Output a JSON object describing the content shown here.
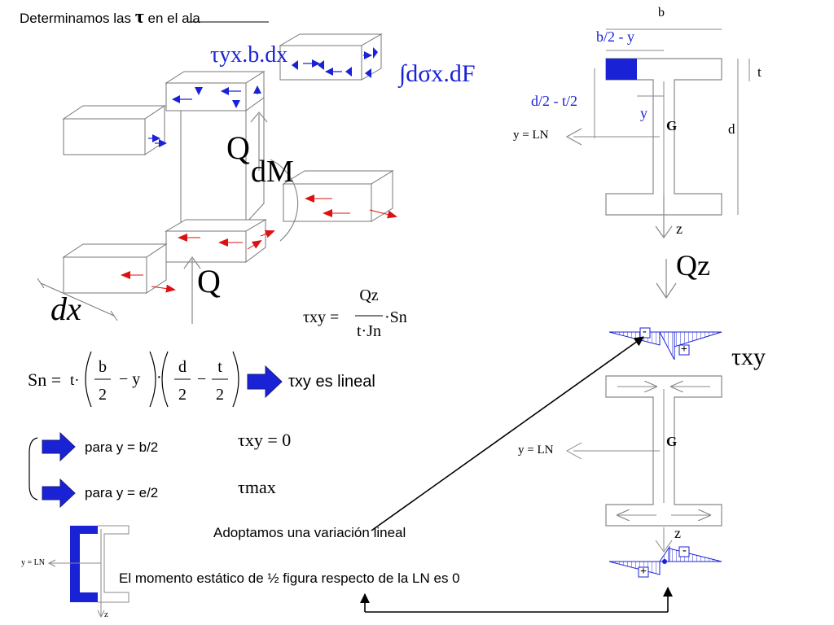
{
  "heading": {
    "prefix": "Determinamos las",
    "tau": "τ",
    "suffix": "en el ala"
  },
  "labels3d": {
    "tau_yx_bdx": "τyx.b.dx",
    "integral": "∫dσx.dF",
    "Q_top": "Q",
    "dM": "dM",
    "Q_bottom": "Q",
    "dx": "dx"
  },
  "formula_tau": {
    "lhs": "τxy =",
    "num": "Qz",
    "den": "t·Jn",
    "tail": "·Sn"
  },
  "formula_sn": {
    "lhs": "Sn =",
    "t": "t·",
    "f1_num": "b",
    "f1_den": "2",
    "minus_y": "−  y",
    "dot": "·",
    "f2_num": "d",
    "f2_den": "2",
    "minus": "−",
    "f3_num": "t",
    "f3_den": "2",
    "result": "τxy es lineal"
  },
  "cases": [
    {
      "label": "para y = b/2",
      "result": "τxy = 0"
    },
    {
      "label": "para y = e/2",
      "result": "τmax"
    }
  ],
  "section_top": {
    "b": "b",
    "b2_minus_y": "b/2 - y",
    "t": "t",
    "d2_minus_t2": "d/2 - t/2",
    "y": "y",
    "G": "G",
    "d": "d",
    "y_axis": "y = LN",
    "z": "z"
  },
  "Qz": "Qz",
  "tau_xy_label": "τxy",
  "section_bottom": {
    "G": "G",
    "y_axis": "y = LN",
    "z": "z"
  },
  "signs": {
    "minus": "-",
    "plus": "+"
  },
  "notes": {
    "linear": "Adoptamos una variación lineal",
    "static_moment": "El momento estático de ½ figura respecto de la LN es 0"
  },
  "small_channel": {
    "y_axis": "y = LN",
    "z": "z"
  },
  "colors": {
    "blue": "#1a22d6",
    "red": "#dd1111",
    "navy": "#1a1a80",
    "gray": "#7a7a7a"
  }
}
